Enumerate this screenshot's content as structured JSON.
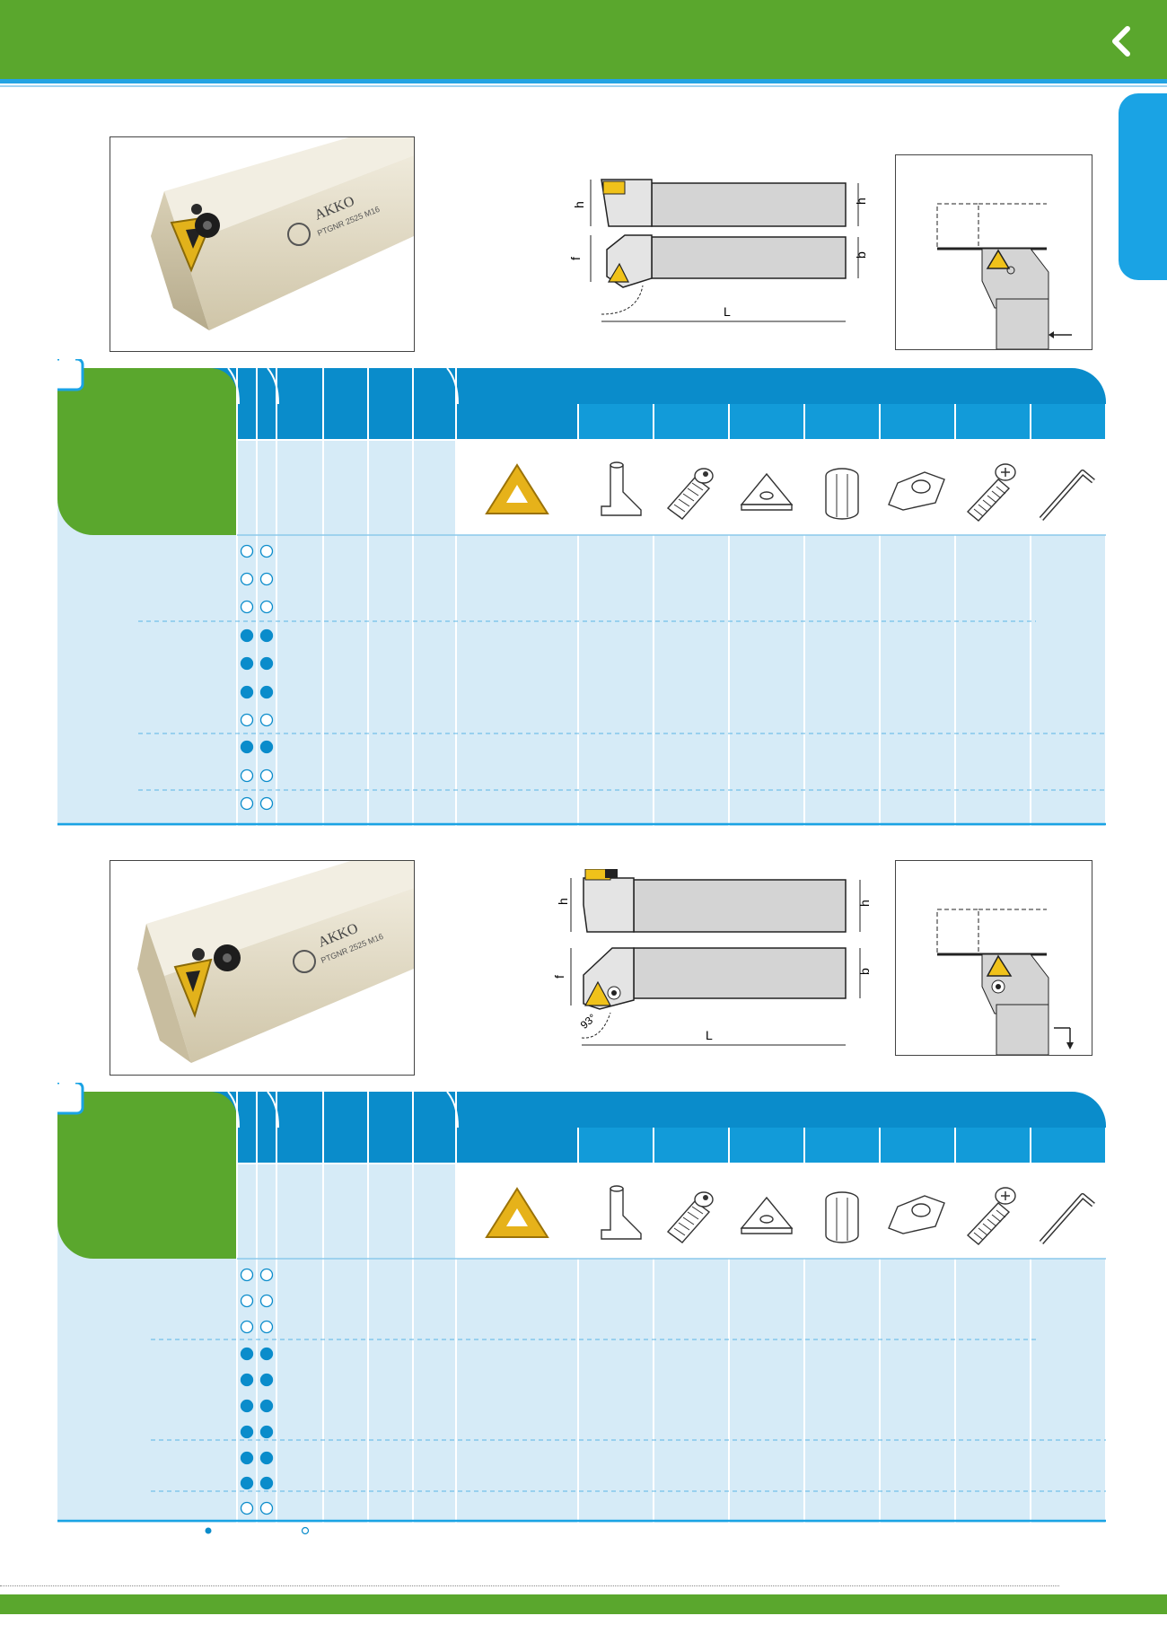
{
  "header": {
    "back_icon": "chevron-left-icon",
    "side_tab_label": ""
  },
  "brand": {
    "logo_text": "AKKO",
    "green": "#5aa72d",
    "blue": "#1aa3e4",
    "dark_blue": "#0a8ccb",
    "light_blue": "#d6ebf7"
  },
  "section1": {
    "photo_logo": "AKKO",
    "photo_code": "PTGNR 2525 M16",
    "dims": {
      "h": "h",
      "f": "f",
      "b": "b",
      "L": "L",
      "angle": ""
    },
    "rows": [
      {
        "l": false,
        "r": false
      },
      {
        "l": false,
        "r": false
      },
      {
        "l": false,
        "r": false
      },
      {
        "l": true,
        "r": true
      },
      {
        "l": true,
        "r": true
      },
      {
        "l": true,
        "r": true
      },
      {
        "l": false,
        "r": false
      },
      {
        "l": true,
        "r": true
      },
      {
        "l": false,
        "r": false
      },
      {
        "l": false,
        "r": false
      }
    ]
  },
  "section2": {
    "photo_logo": "AKKO",
    "photo_code": "PTGNR 2525 M16",
    "dims": {
      "h": "h",
      "f": "f",
      "b": "b",
      "L": "L",
      "angle": "93°"
    },
    "rows": [
      {
        "l": false,
        "r": false
      },
      {
        "l": false,
        "r": false
      },
      {
        "l": false,
        "r": false
      },
      {
        "l": true,
        "r": true
      },
      {
        "l": true,
        "r": true
      },
      {
        "l": true,
        "r": true
      },
      {
        "l": true,
        "r": true
      },
      {
        "l": true,
        "r": true
      },
      {
        "l": true,
        "r": true
      },
      {
        "l": false,
        "r": false
      }
    ]
  },
  "parts_icons": [
    "insert-icon",
    "clamp-icon",
    "clamp-screw-icon",
    "shim-icon",
    "shim-sleeve-icon",
    "lever-icon",
    "screw-icon",
    "hex-key-icon"
  ],
  "legend": {
    "filled_icon": "filled-dot-icon",
    "hollow_icon": "hollow-dot-icon"
  }
}
